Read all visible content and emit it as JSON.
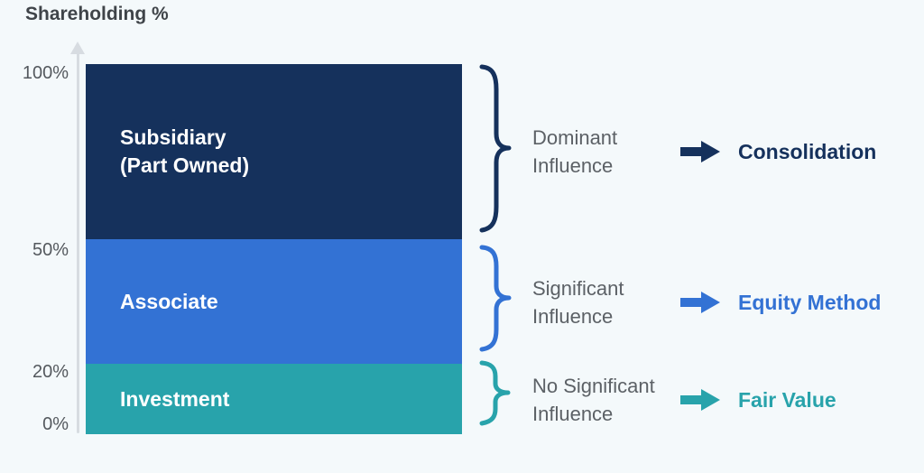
{
  "title": "Shareholding %",
  "axis": {
    "ticks": [
      "100%",
      "50%",
      "20%",
      "0%"
    ]
  },
  "colors": {
    "background": "#f4f9fb",
    "navy": "#15315c",
    "blue": "#3372d4",
    "teal": "#28a3ab",
    "gray_text": "#5c6166",
    "title_text": "#3f4449",
    "axis_line": "#d7dce1",
    "bar_label_text": "#ffffff"
  },
  "rows": [
    {
      "bar_label_line1": "Subsidiary",
      "bar_label_line2": "(Part Owned)",
      "influence_line1": "Dominant",
      "influence_line2": "Influence",
      "method": "Consolidation",
      "color": "#15315c"
    },
    {
      "bar_label_line1": "Associate",
      "bar_label_line2": "",
      "influence_line1": "Significant",
      "influence_line2": "Influence",
      "method": "Equity Method",
      "color": "#3372d4"
    },
    {
      "bar_label_line1": "Investment",
      "bar_label_line2": "",
      "influence_line1": "No Significant",
      "influence_line2": "Influence",
      "method": "Fair Value",
      "color": "#28a3ab"
    }
  ],
  "chart_data": {
    "type": "bar",
    "title": "Shareholding %",
    "ylabel": "Shareholding %",
    "ylim": [
      0,
      100
    ],
    "yticks": [
      "0%",
      "20%",
      "50%",
      "100%"
    ],
    "grid": false,
    "legend": "none",
    "segments": [
      {
        "label": "Subsidiary (Part Owned)",
        "range_pct": [
          50,
          100
        ],
        "value": 50,
        "color": "#15315c",
        "influence": "Dominant Influence",
        "accounting_method": "Consolidation"
      },
      {
        "label": "Associate",
        "range_pct": [
          20,
          50
        ],
        "value": 30,
        "color": "#3372d4",
        "influence": "Significant Influence",
        "accounting_method": "Equity Method"
      },
      {
        "label": "Investment",
        "range_pct": [
          0,
          20
        ],
        "value": 20,
        "color": "#28a3ab",
        "influence": "No Significant Influence",
        "accounting_method": "Fair Value"
      }
    ]
  }
}
